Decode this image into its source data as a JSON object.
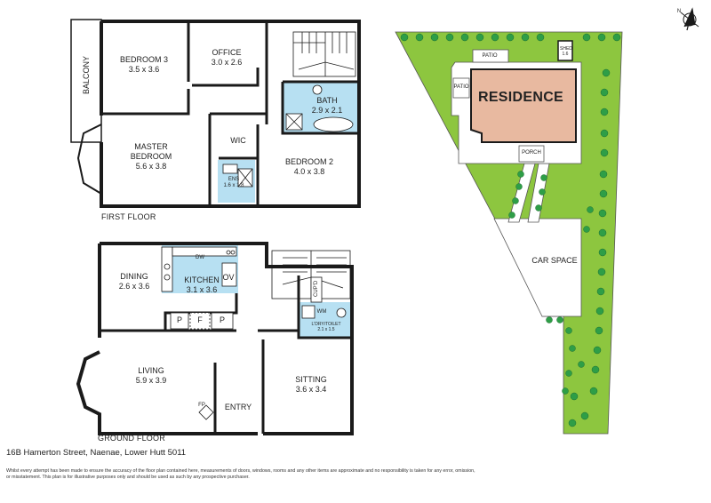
{
  "first_floor": {
    "label": "FIRST FLOOR",
    "balcony": "BALCONY",
    "rooms": [
      {
        "key": "bed3",
        "name": "BEDROOM 3",
        "dims": "3.5 x 3.6"
      },
      {
        "key": "office",
        "name": "OFFICE",
        "dims": "3.0 x 2.6"
      },
      {
        "key": "bath",
        "name": "BATH",
        "dims": "2.9 x 2.1"
      },
      {
        "key": "master_name",
        "name": "MASTER",
        "dims": ""
      },
      {
        "key": "master",
        "name": "BEDROOM",
        "dims": "5.6 x 3.8"
      },
      {
        "key": "wic",
        "name": "WIC",
        "dims": ""
      },
      {
        "key": "ens",
        "name": "ENS",
        "dims": "1.6 x 1.8"
      },
      {
        "key": "bed2",
        "name": "BEDROOM 2",
        "dims": "4.0 x 3.8"
      }
    ]
  },
  "ground_floor": {
    "label": "GROUND FLOOR",
    "rooms": [
      {
        "key": "dining",
        "name": "DINING",
        "dims": "2.6 x 3.6"
      },
      {
        "key": "kitchen",
        "name": "KITCHEN",
        "dims": "3.1 x 3.6"
      },
      {
        "key": "living",
        "name": "LIVING",
        "dims": "5.9 x 3.9"
      },
      {
        "key": "sitting",
        "name": "SITTING",
        "dims": "3.6 x 3.4"
      },
      {
        "key": "entry",
        "name": "ENTRY",
        "dims": ""
      },
      {
        "key": "laundry",
        "name": "L'DRY/TOILET",
        "dims": "2.1 x 1.5"
      }
    ],
    "fixtures": {
      "dw": "DW",
      "ov": "OV",
      "cupd": "CUP'D",
      "wm": "WM",
      "fp": "FP",
      "pantry": [
        "P",
        "F",
        "P"
      ]
    }
  },
  "site": {
    "residence": "RESIDENCE",
    "patio_top": "PATIO",
    "patio_side": "PATIO",
    "porch": "PORCH",
    "car_space": "CAR SPACE",
    "shed": "SHED 1.6"
  },
  "compass": "N",
  "address": "16B Hamerton Street, Naenae, Lower Hutt 5011",
  "disclaimer": "Whilst every attempt has been made to ensure the accuracy of the floor plan contained here, measurements of doors, windows, rooms and any other items are approximate and no responsibility is taken for any error, omission, or misstatement. This plan is for illustrative purposes only and should be used as such by any prospective purchaser.",
  "colors": {
    "wall": "#1a1a1a",
    "wet": "#b7e0f2",
    "lawn": "#8dc63f",
    "tree": "#2e9e47",
    "residence": "#e8b9a0"
  }
}
